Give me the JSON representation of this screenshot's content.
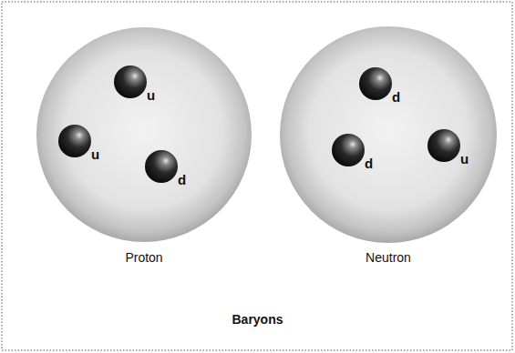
{
  "diagram": {
    "caption": "Baryons",
    "nodes": [
      {
        "text": [
          "Proton"
        ]
      },
      {
        "text": [
          "u"
        ],
        "in": 0
      },
      {
        "text": [
          "u"
        ],
        "in": 0
      },
      {
        "text": [
          "d"
        ],
        "in": 0
      },
      {
        "text": [
          "Neutron"
        ]
      },
      {
        "text": [
          "d"
        ],
        "in": 4
      },
      {
        "text": [
          "d"
        ],
        "in": 4
      },
      {
        "text": [
          "u"
        ],
        "in": 4
      }
    ]
  }
}
